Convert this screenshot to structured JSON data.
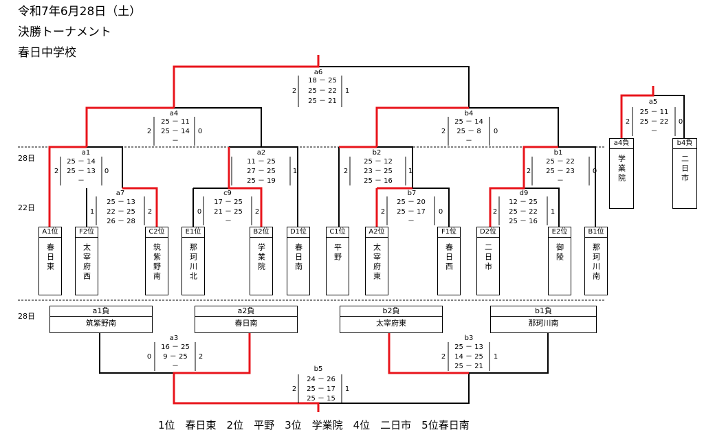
{
  "header": {
    "date": "令和7年6月28日（土）",
    "title": "決勝トーナメント",
    "venue": "春日中学校"
  },
  "days": {
    "d28": "28日",
    "d22": "22日"
  },
  "teams": [
    {
      "seed": "A1位",
      "name": "春日東"
    },
    {
      "seed": "F2位",
      "name": "太宰府西"
    },
    {
      "seed": "C2位",
      "name": "筑紫野南"
    },
    {
      "seed": "E1位",
      "name": "那珂川北"
    },
    {
      "seed": "B2位",
      "name": "学業院"
    },
    {
      "seed": "D1位",
      "name": "春日南"
    },
    {
      "seed": "C1位",
      "name": "平野"
    },
    {
      "seed": "A2位",
      "name": "太宰府東"
    },
    {
      "seed": "F1位",
      "name": "春日西"
    },
    {
      "seed": "D2位",
      "name": "二日市"
    },
    {
      "seed": "E2位",
      "name": "御陵"
    },
    {
      "seed": "B1位",
      "name": "那珂川南"
    }
  ],
  "loser_top": [
    {
      "label": "a4負",
      "name": "学業院"
    },
    {
      "label": "b4負",
      "name": "二日市"
    }
  ],
  "loser_bottom": [
    {
      "label": "a1負",
      "name": "筑紫野南"
    },
    {
      "label": "a2負",
      "name": "春日南"
    },
    {
      "label": "b2負",
      "name": "太宰府東"
    },
    {
      "label": "b1負",
      "name": "那珂川南"
    }
  ],
  "matches": {
    "a6": {
      "label": "a6",
      "sets": [
        "18 － 25",
        "25 － 22",
        "25 － 21"
      ],
      "left": "2",
      "right": "1"
    },
    "a4": {
      "label": "a4",
      "sets": [
        "25 － 11",
        "25 － 14",
        "－"
      ],
      "left": "2",
      "right": "0"
    },
    "b4": {
      "label": "b4",
      "sets": [
        "25 － 14",
        "25 － 8",
        "－"
      ],
      "left": "2",
      "right": "0"
    },
    "a1": {
      "label": "a1",
      "sets": [
        "25 － 14",
        "25 － 13",
        "－"
      ],
      "left": "2",
      "right": "0"
    },
    "a2": {
      "label": "a2",
      "sets": [
        "11 － 25",
        "27 － 25",
        "25 － 19"
      ],
      "left": "",
      "right": "1"
    },
    "b2": {
      "label": "b2",
      "sets": [
        "25 － 12",
        "23 － 25",
        "25 － 16"
      ],
      "left": "2",
      "right": "1"
    },
    "b1": {
      "label": "b1",
      "sets": [
        "25 － 22",
        "25 － 23",
        "－"
      ],
      "left": "2",
      "right": "0"
    },
    "a7": {
      "label": "a7",
      "sets": [
        "25 － 13",
        "22 － 25",
        "26 － 28"
      ],
      "left": "1",
      "right": "2"
    },
    "c9": {
      "label": "c9",
      "sets": [
        "17 － 25",
        "21 － 25",
        "－"
      ],
      "left": "0",
      "right": "2"
    },
    "b7": {
      "label": "b7",
      "sets": [
        "25 － 20",
        "25 － 17",
        "－"
      ],
      "left": "2",
      "right": "0"
    },
    "d9": {
      "label": "d9",
      "sets": [
        "12 － 25",
        "25 － 22",
        "25 － 16"
      ],
      "left": "2",
      "right": "1"
    },
    "a5": {
      "label": "a5",
      "sets": [
        "25 － 11",
        "25 － 22",
        "－"
      ],
      "left": "2",
      "right": "0"
    },
    "a3": {
      "label": "a3",
      "sets": [
        "16 － 25",
        "9 － 25",
        "－"
      ],
      "left": "0",
      "right": "2"
    },
    "b3": {
      "label": "b3",
      "sets": [
        "25 － 13",
        "14 － 25",
        "25 － 21"
      ],
      "left": "2",
      "right": "1"
    },
    "b5": {
      "label": "b5",
      "sets": [
        "24 － 26",
        "25 － 17",
        "25 － 15"
      ],
      "left": "2",
      "right": "1"
    }
  },
  "result_line": "1位　春日東　2位　平野　3位　学業院　4位　二日市　5位春日南",
  "colors": {
    "win": "#e8141b",
    "line": "#000000"
  }
}
